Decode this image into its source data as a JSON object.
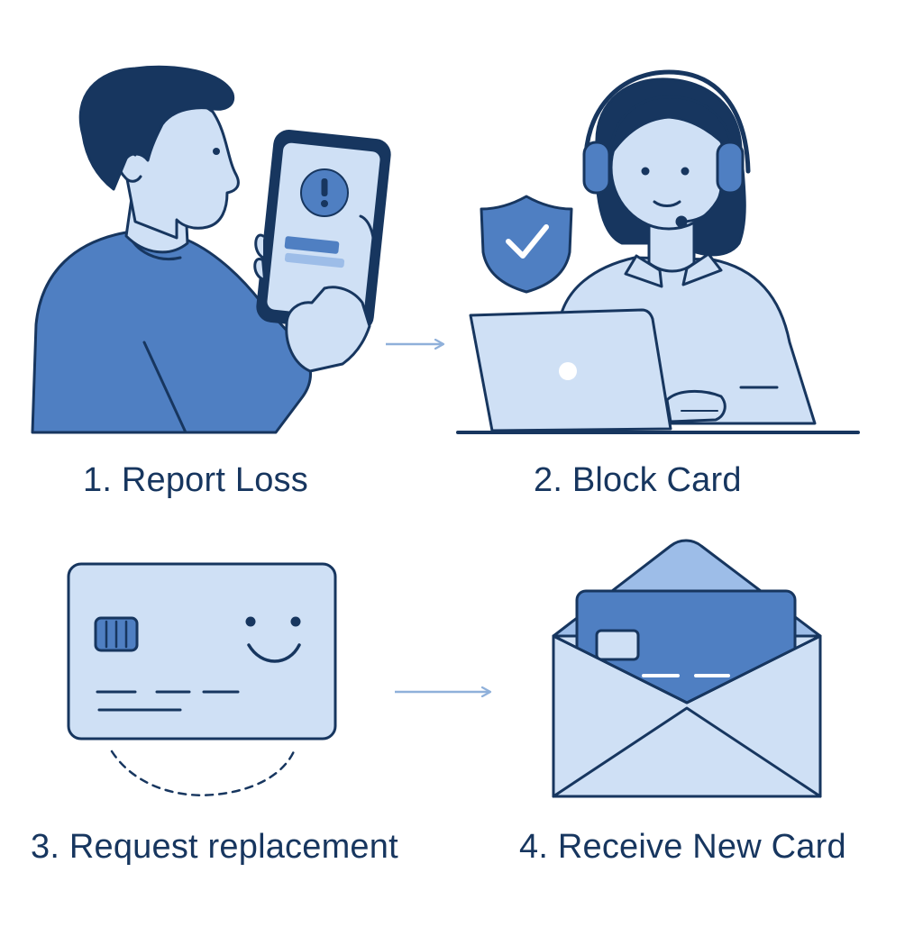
{
  "steps": [
    {
      "label": "1. Report Loss",
      "icon": "person-with-phone-alert-icon"
    },
    {
      "label": "2. Block Card",
      "icon": "support-agent-with-shield-icon"
    },
    {
      "label": "3. Request replacement",
      "icon": "smiling-credit-card-icon"
    },
    {
      "label": "4. Receive New Card",
      "icon": "envelope-with-card-icon"
    }
  ],
  "colors": {
    "outline": "#17365f",
    "primary": "#4f7fc2",
    "light": "#cfe0f5",
    "mid": "#9dbde8",
    "arrow": "#8fb0da",
    "background": "#ffffff"
  }
}
